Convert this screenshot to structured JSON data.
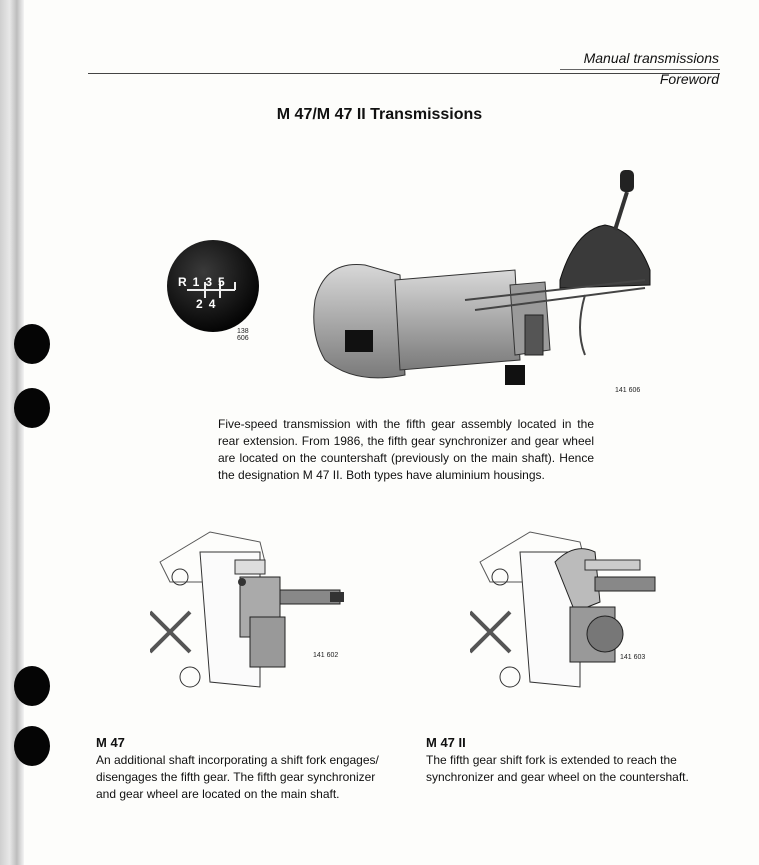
{
  "header": {
    "section": "Manual transmissions",
    "subsection": "Foreword"
  },
  "page_title": "M 47/M 47 II Transmissions",
  "shift_pattern": {
    "top_row": [
      "R",
      "1",
      "3",
      "5"
    ],
    "bottom_row": [
      "2",
      "4"
    ],
    "figure_number": "138 606"
  },
  "transmission_figure_number": "141 606",
  "caption": "Five-speed transmission with the fifth gear assembly located in the rear extension. From 1986, the fifth gear synchronizer and gear wheel are located on the countershaft (previously on the main shaft). Hence the designation M 47 II. Both types have aluminium housings.",
  "columns": [
    {
      "figure_number": "141 602",
      "heading": "M 47",
      "text": "An additional shaft incorporating a shift fork engages/ disengages the fifth gear. The fifth gear synchronizer and gear wheel are located on the main shaft."
    },
    {
      "figure_number": "141 603",
      "heading": "M 47 II",
      "text": "The fifth gear shift fork is extended to reach the synchronizer and gear wheel on the countershaft."
    }
  ]
}
